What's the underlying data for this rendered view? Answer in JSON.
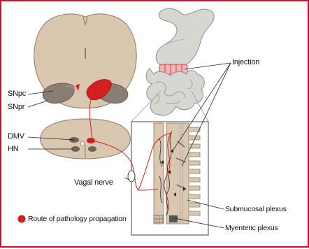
{
  "labels": {
    "snpc": "SNpc",
    "snpr": "SNpr",
    "dmv": "DMV",
    "hn": "HN",
    "injection": "Injection",
    "vagal_nerve": "Vagal nerve",
    "submucosal_plexus": "Submucosal plexus",
    "myenteric_plexus": "Myenteric plexus"
  },
  "legend": {
    "label": "Route of pathology propagation",
    "color": "#d21f1f"
  },
  "colors": {
    "frame": "#c8102e",
    "tissue": "#d9c7b0",
    "tissue_outline": "#8a7a66",
    "gut": "#d7d7d2",
    "gut_outline": "#8e8e88",
    "nigra": "#8a7d72",
    "pathway": "#d21f1f",
    "nuclei": "#6f6257"
  }
}
